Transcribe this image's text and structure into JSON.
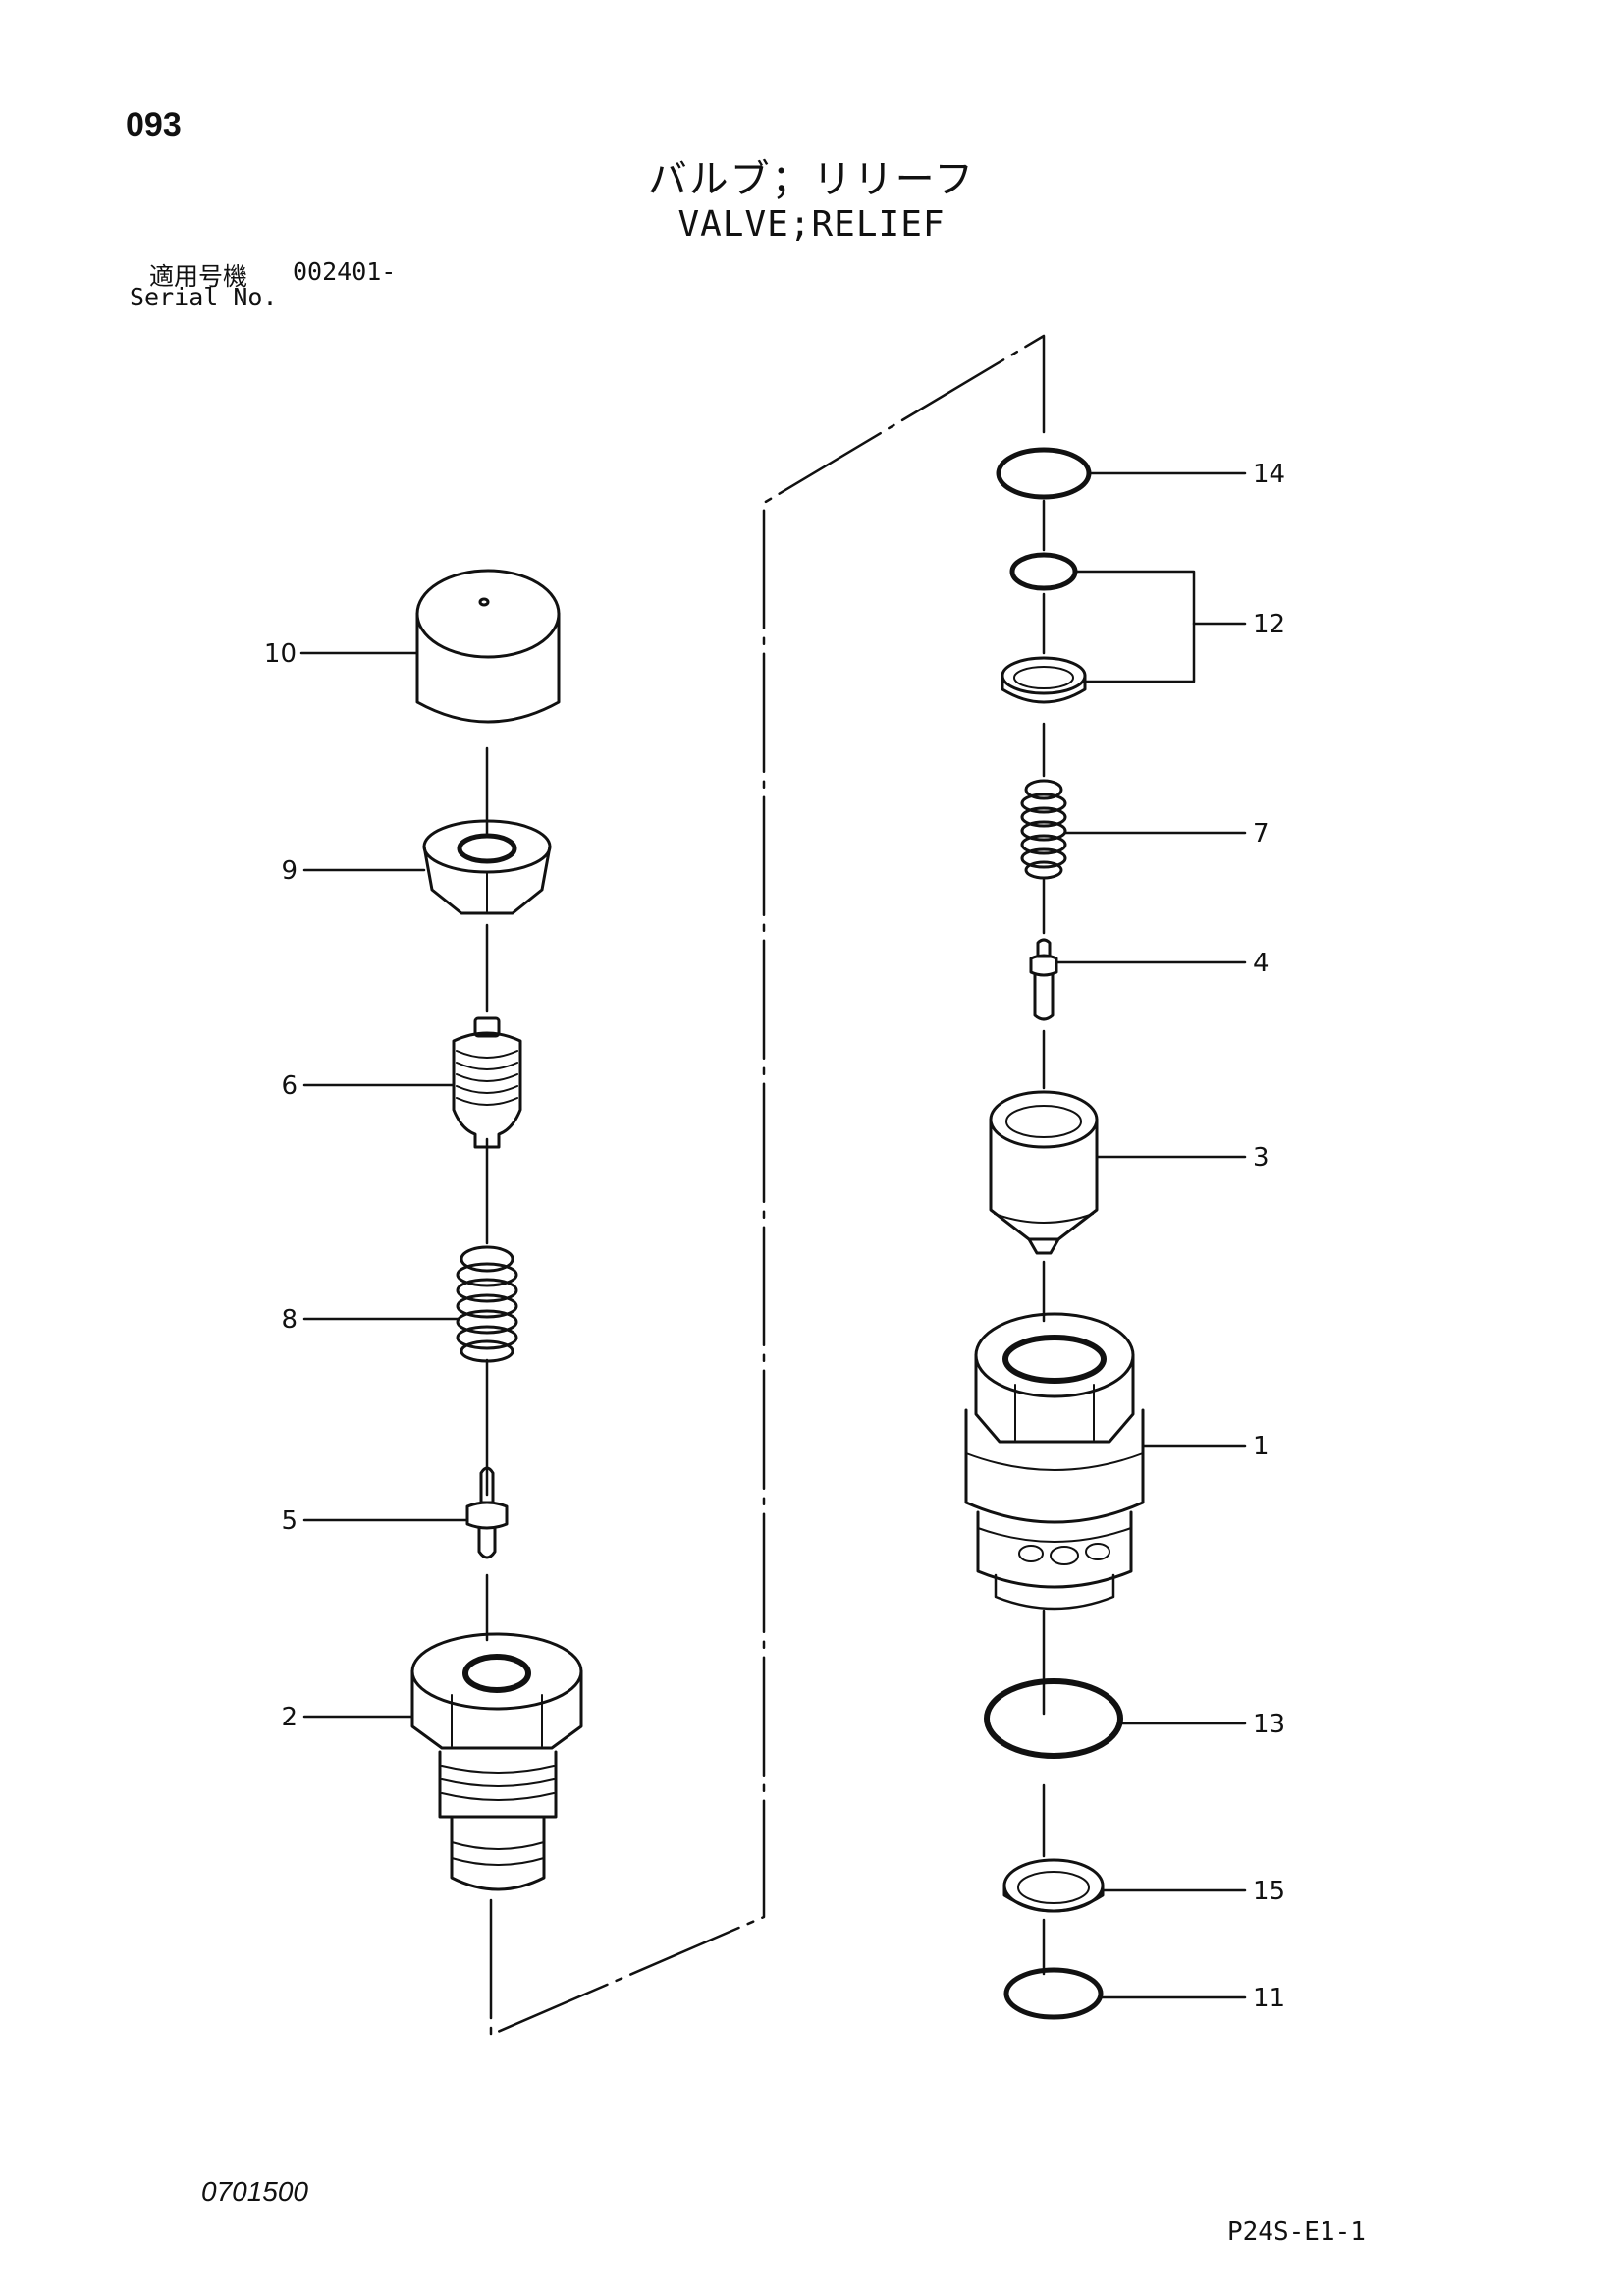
{
  "header": {
    "page_number": "093",
    "title_jp": "バルブ；リリーフ",
    "title_en": "VALVE;RELIEF",
    "serial_label_jp": "適用号機",
    "serial_value": "002401-",
    "serial_label_en": "Serial No."
  },
  "callouts": [
    {
      "id": "p10",
      "label": "10"
    },
    {
      "id": "p9",
      "label": "9"
    },
    {
      "id": "p6",
      "label": "6"
    },
    {
      "id": "p8",
      "label": "8"
    },
    {
      "id": "p5",
      "label": "5"
    },
    {
      "id": "p2",
      "label": "2"
    },
    {
      "id": "p14",
      "label": "14"
    },
    {
      "id": "p12",
      "label": "12"
    },
    {
      "id": "p7",
      "label": "7"
    },
    {
      "id": "p4",
      "label": "4"
    },
    {
      "id": "p3",
      "label": "3"
    },
    {
      "id": "p1",
      "label": "1"
    },
    {
      "id": "p13",
      "label": "13"
    },
    {
      "id": "p15",
      "label": "15"
    },
    {
      "id": "p11",
      "label": "11"
    }
  ],
  "footer": {
    "drawing_code": "0701500",
    "page_ref": "P24S-E1-1"
  }
}
